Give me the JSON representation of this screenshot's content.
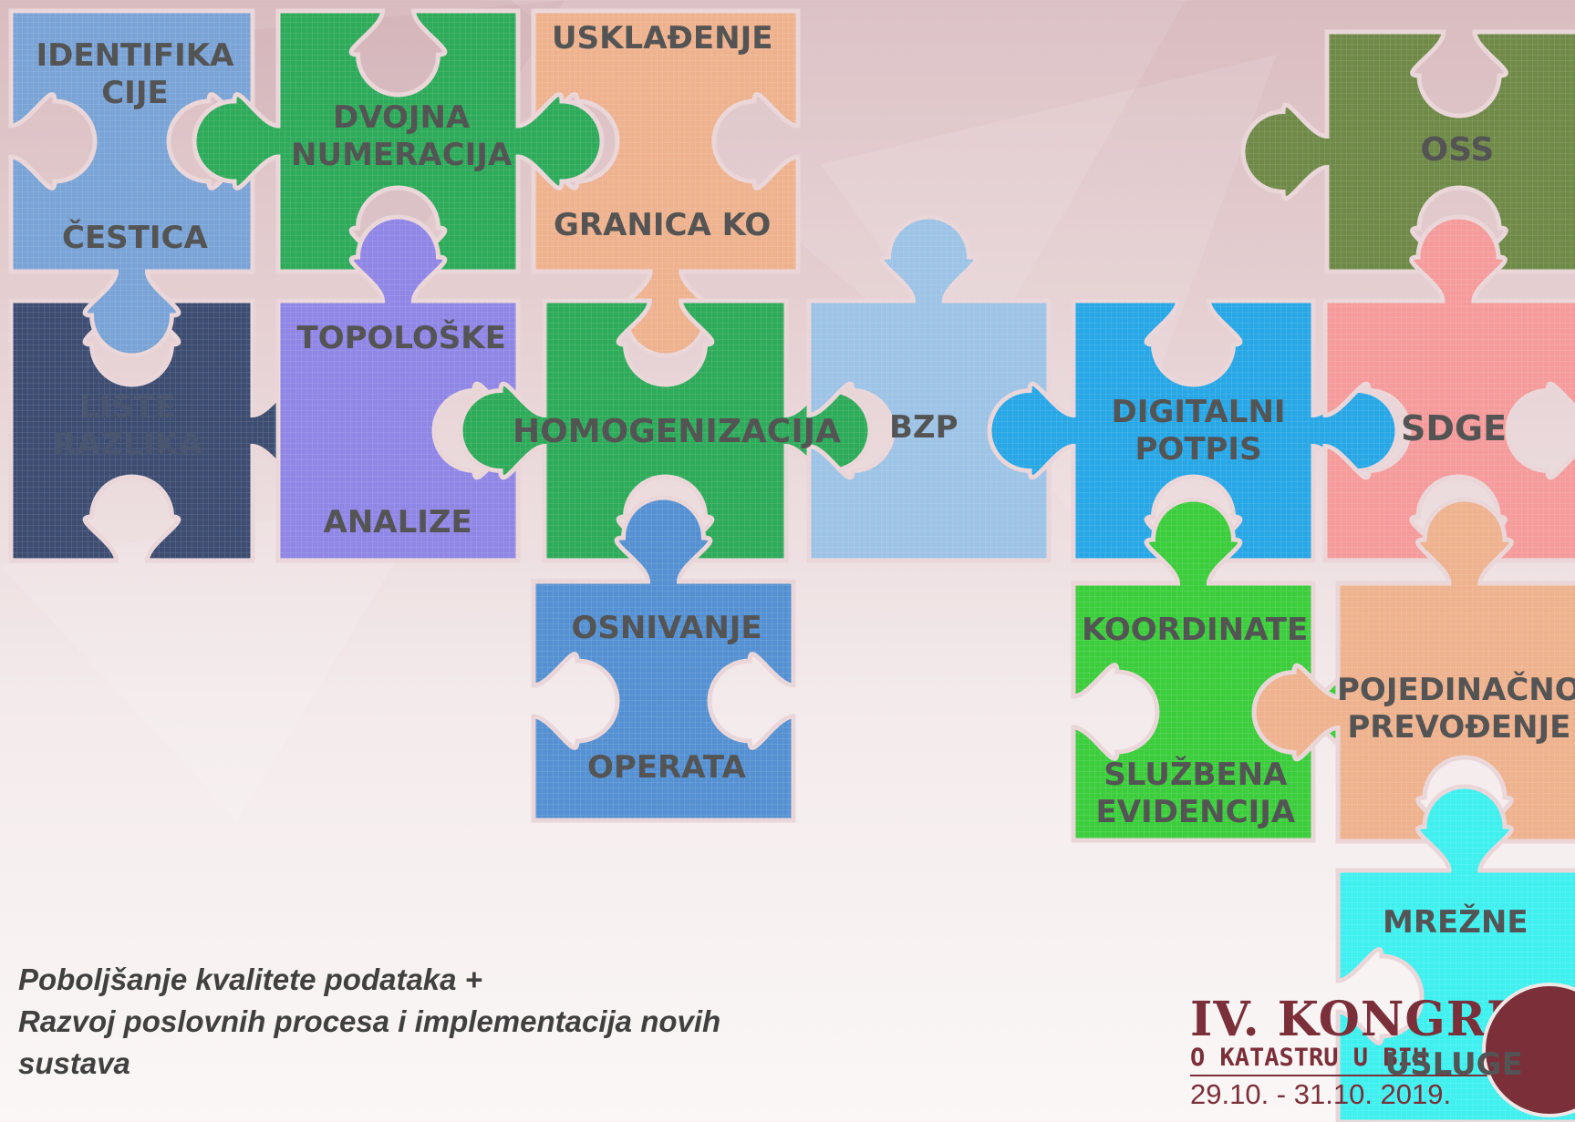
{
  "pieces": [
    {
      "id": "identifikacije",
      "color": "#7aa3d6",
      "lines": [
        "IDENTIFIKA",
        "CIJE"
      ]
    },
    {
      "id": "cestica",
      "lines": [
        "ČESTICA"
      ]
    },
    {
      "id": "dvojna",
      "color": "#2eab5a",
      "lines": [
        "DVOJNA",
        "NUMERACIJA"
      ]
    },
    {
      "id": "uskladenje",
      "color": "#eeb28e",
      "lines": [
        "USKLAĐENJE"
      ]
    },
    {
      "id": "granica",
      "lines": [
        "GRANICA KO"
      ]
    },
    {
      "id": "oss",
      "color": "#6f8a48",
      "lines": [
        "OSS"
      ]
    },
    {
      "id": "liste",
      "color": "#3d4d72",
      "lines": [
        "LISTE",
        "RAZLIKA"
      ]
    },
    {
      "id": "topoloske",
      "color": "#8f86e6",
      "lines": [
        "TOPOLOŠKE"
      ]
    },
    {
      "id": "analize",
      "lines": [
        "ANALIZE"
      ]
    },
    {
      "id": "homogenizacija",
      "color": "#2eab5a",
      "lines": [
        "HOMOGENIZACIJA"
      ]
    },
    {
      "id": "bzp",
      "color": "#9dc3e6",
      "lines": [
        "BZP"
      ]
    },
    {
      "id": "digitalni",
      "color": "#28a7e6",
      "lines": [
        "DIGITALNI",
        "POTPIS"
      ]
    },
    {
      "id": "sdge",
      "color": "#f59b9b",
      "lines": [
        "SDGE"
      ]
    },
    {
      "id": "osnivanje",
      "color": "#5591d2",
      "lines": [
        "OSNIVANJE"
      ]
    },
    {
      "id": "operata",
      "lines": [
        "OPERATA"
      ]
    },
    {
      "id": "koordinate",
      "color": "#3ccd3c",
      "lines": [
        "KOORDINATE"
      ]
    },
    {
      "id": "sluzbena",
      "lines": [
        "SLUŽBENA",
        "EVIDENCIJA"
      ]
    },
    {
      "id": "pojedinacno",
      "color": "#eeb28e",
      "lines": [
        "POJEDINAČNO",
        "PREVOĐENJE"
      ]
    },
    {
      "id": "mrezne",
      "color": "#3ff0ef",
      "lines": [
        "MREŽNE"
      ]
    },
    {
      "id": "usluge",
      "lines": [
        "USLUGE"
      ]
    }
  ],
  "caption": {
    "line1": "Poboljšanje kvalitete podataka +",
    "line2": "Razvoj poslovnih procesa i implementacija novih",
    "line3": "sustava"
  },
  "logo": {
    "line1": "IV. KONGRES",
    "line2": "O KATASTRU U BIH",
    "line3": "29.10. - 31.10. 2019."
  },
  "colors": {
    "label_text": "#545454",
    "logo": "#7b2f39",
    "outline": "#ead6d8"
  }
}
